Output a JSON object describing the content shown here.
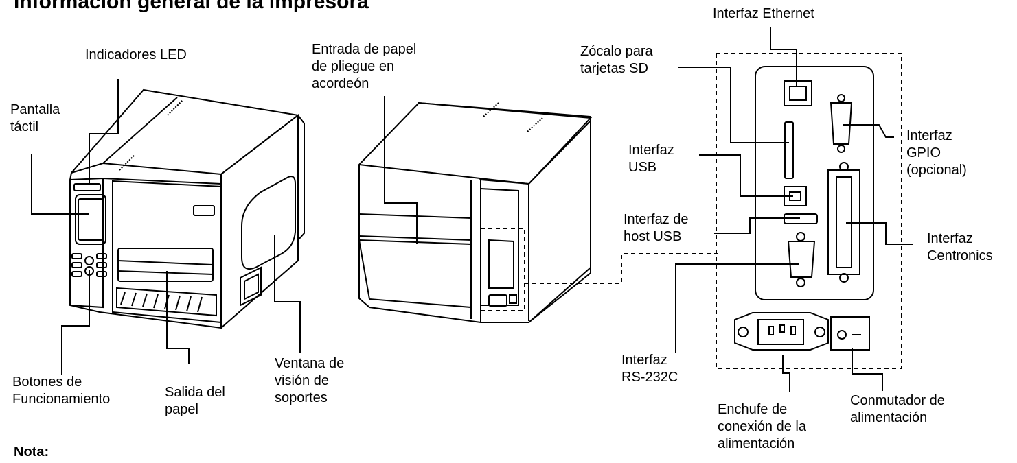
{
  "page": {
    "title": "Información general de la impresora",
    "note": "Nota:"
  },
  "labels": {
    "led": "Indicadores LED",
    "touch": "Pantalla\ntáctil",
    "buttons": "Botones de\nFuncionamiento",
    "output": "Salida del\npapel",
    "window": "Ventana de\nvisión de\nsoportes",
    "fanfold": "Entrada de papel\nde pliegue en\nacordeón",
    "ethernet": "Interfaz Ethernet",
    "sd": "Zócalo para\ntarjetas SD",
    "usb": "Interfaz\nUSB",
    "usbhost": "Interfaz de\nhost USB",
    "rs232": "Interfaz\nRS-232C",
    "gpio": "Interfaz\nGPIO\n(opcional)",
    "centronics": "Interfaz\nCentronics",
    "power_socket": "Enchufe de\nconexión de la\nalimentación",
    "power_switch": "Conmutador de\nalimentación"
  }
}
